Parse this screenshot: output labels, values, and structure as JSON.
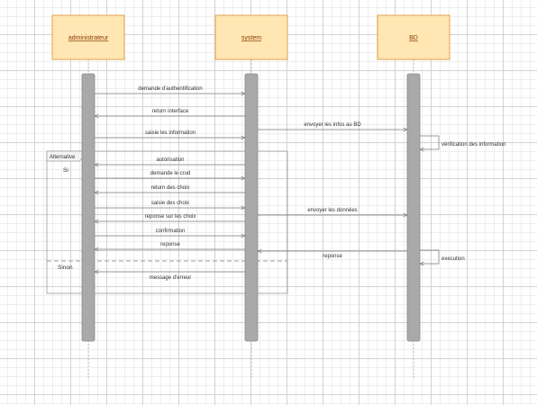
{
  "actors": {
    "admin": "administrateur",
    "system": "system",
    "bd": "BD"
  },
  "messages": {
    "m1": "demande d'authentification",
    "m2": "return interface",
    "m3": "envoyer les infos au BD",
    "m4": "saisie les information",
    "m5": "vérification des information",
    "m6": "autorisation",
    "m7": "demande le crud",
    "m8": "return des choix",
    "m9": "saisie des choix",
    "m10": "envoyer les données",
    "m11": "reponse sur les choix",
    "m12": "confirmation",
    "m13": "reponse",
    "m14": "reponse",
    "m15": "execution",
    "m16": "message d'erreur"
  },
  "fragment": {
    "label": "Alternative",
    "guard_if": "Si",
    "guard_else": "Sinon"
  }
}
